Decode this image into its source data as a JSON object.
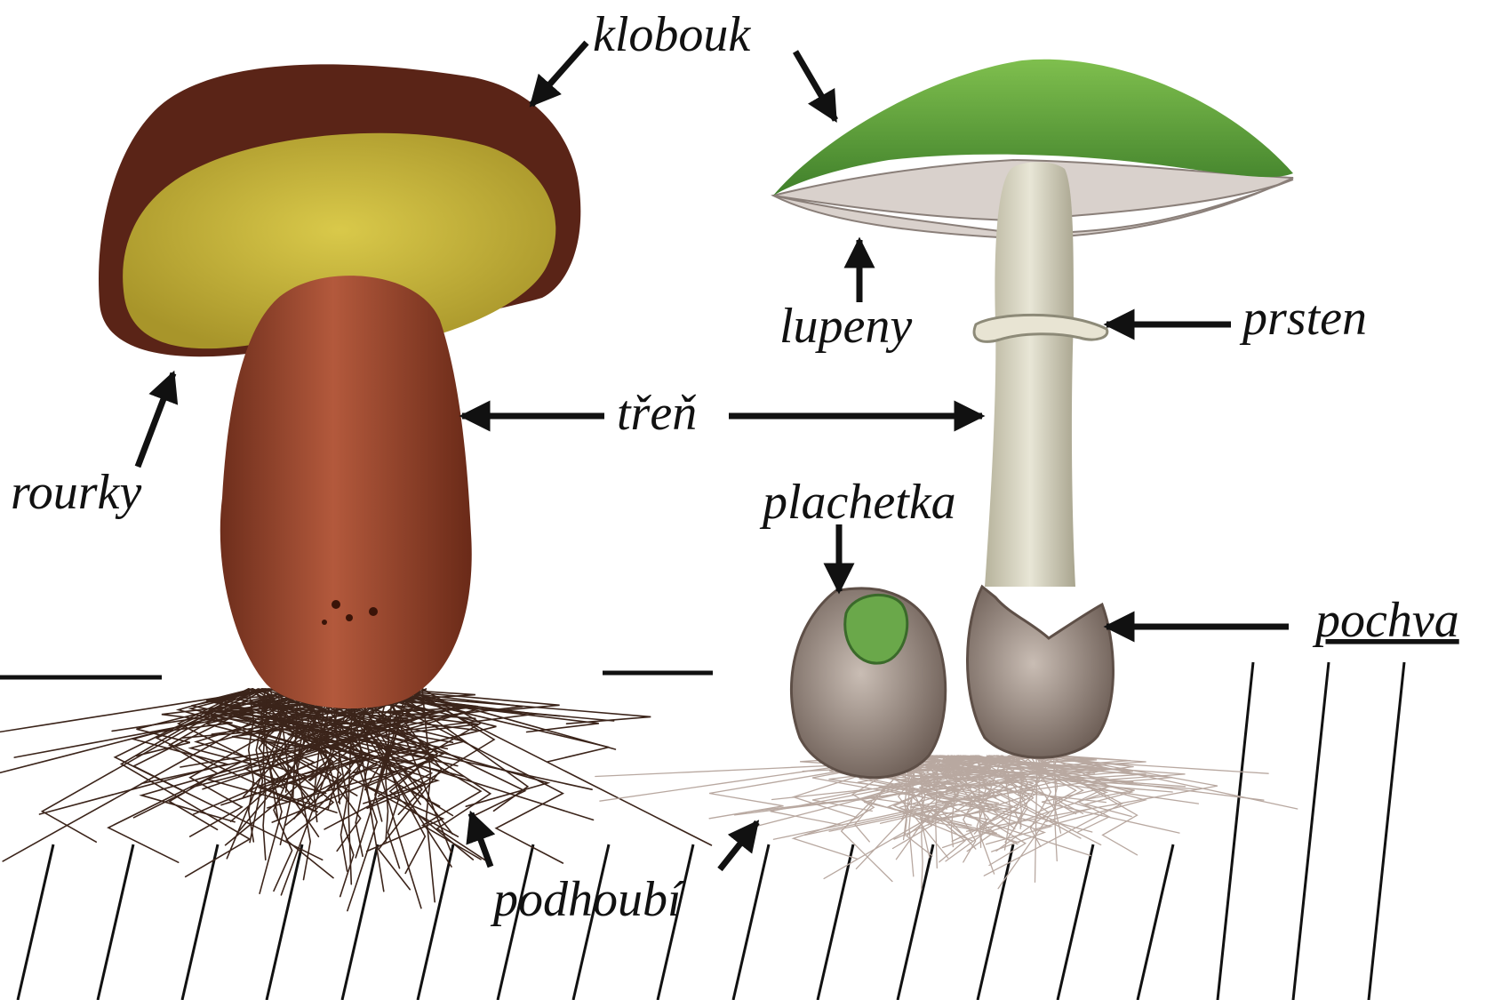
{
  "labels": {
    "cap": "klobouk",
    "gills": "lupeny",
    "ring": "prsten",
    "stem": "třeň",
    "tubes": "rourky",
    "partial_veil": "plachetka",
    "volva": "pochva",
    "mycelium": "podhoubí"
  },
  "colors": {
    "bolete_cap": "#5a2417",
    "bolete_pores": "#c9b43a",
    "bolete_stem": "#9a4a33",
    "amanita_cap": "#5f9e3a",
    "amanita_gills": "#d9d1cc",
    "amanita_stem": "#d9d6c4",
    "volva": "#8a7a70",
    "mycelium_dark": "#3b241a",
    "mycelium_light": "#b8a8a0"
  }
}
